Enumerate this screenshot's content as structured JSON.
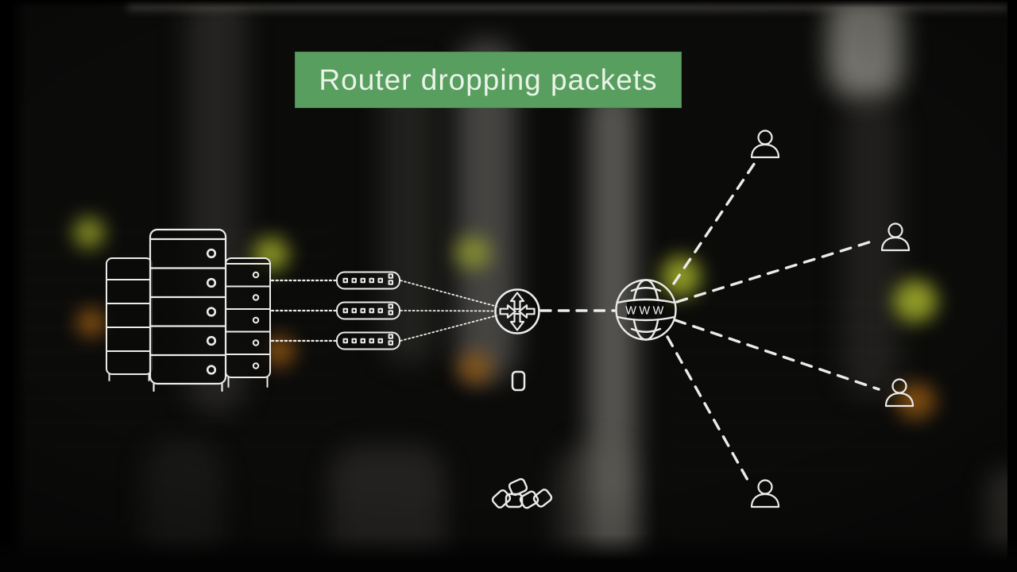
{
  "banner": {
    "label": "Router dropping packets"
  },
  "internet": {
    "label": "WWW"
  },
  "counts": {
    "rack_towers": 3,
    "switches": 3,
    "routers": 1,
    "users": 4,
    "scattered_packets": 5
  },
  "icons": {
    "server_rack": "server-rack-icon",
    "switch": "network-switch-icon",
    "router": "router-icon",
    "internet": "globe-www-icon",
    "user": "user-icon",
    "packet": "packet-icon"
  },
  "colors": {
    "banner-bg": "#589e5e",
    "banner-text": "#e9f4e9",
    "diagram-line": "#ebebe9",
    "bg": "#0b0b0a",
    "blob-green": "#a6b32c",
    "blob-orange": "#a06014"
  }
}
